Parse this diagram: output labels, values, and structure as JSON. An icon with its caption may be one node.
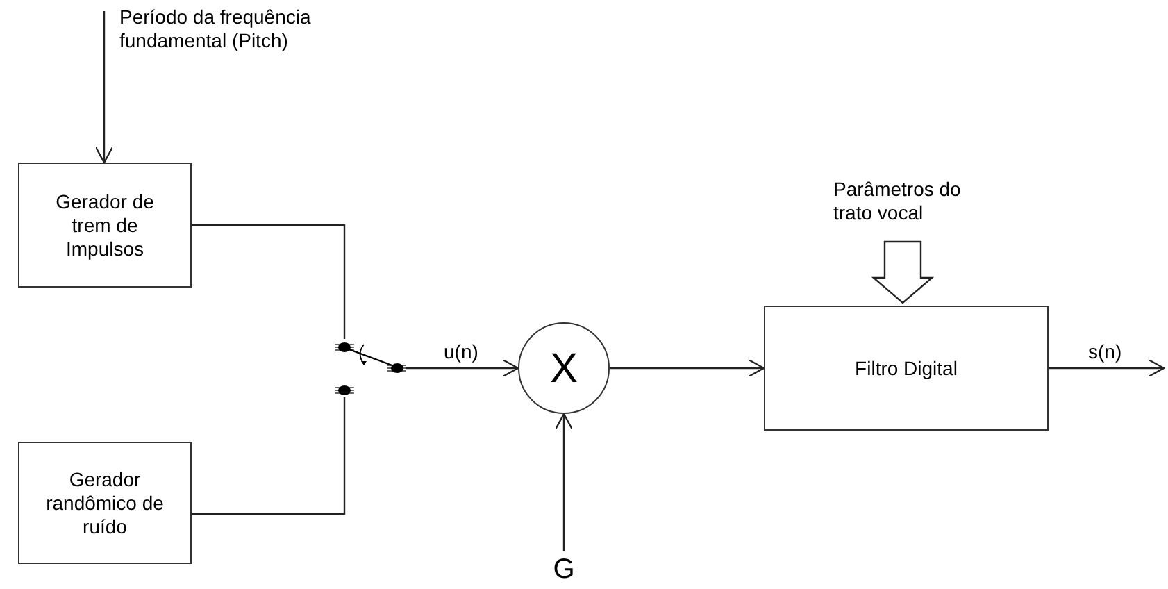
{
  "diagram": {
    "nodes": [
      {
        "text": [
          "Período da frequência fundamental (Pitch)"
        ]
      },
      {
        "text": [
          "Gerador de trem de Impulsos"
        ]
      },
      {
        "text": [
          "Gerador randômico de ruído"
        ]
      },
      {
        "text": [],
        "shape": "switch"
      },
      {
        "text": [
          "X"
        ]
      },
      {
        "text": [
          "G"
        ]
      },
      {
        "text": [
          "Parâmetros do trato vocal"
        ]
      },
      {
        "text": [
          "Filtro Digital"
        ]
      }
    ],
    "edges": [
      {
        "from": 0,
        "to": 1,
        "arrow": "to"
      },
      {
        "from": 1,
        "to": 3,
        "arrow": "none"
      },
      {
        "from": 2,
        "to": 3,
        "arrow": "none"
      },
      {
        "from": 3,
        "to": 4,
        "arrow": "to",
        "label": "u(n)"
      },
      {
        "from": 5,
        "to": 4,
        "arrow": "to"
      },
      {
        "from": 6,
        "to": 7,
        "arrow": "to",
        "style": "thick"
      },
      {
        "from": 4,
        "to": 7,
        "arrow": "to"
      },
      {
        "from": 7,
        "to": null,
        "arrow": "to",
        "label": "s(n)"
      }
    ]
  }
}
